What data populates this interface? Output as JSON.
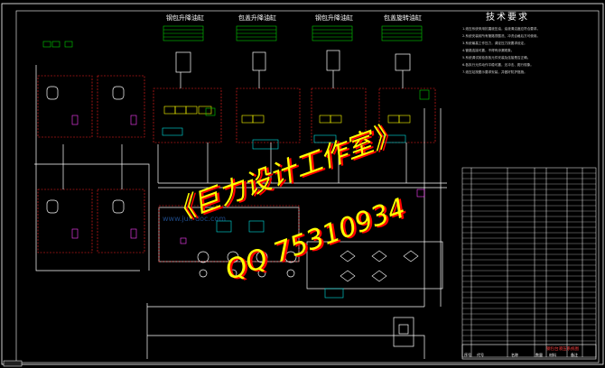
{
  "drawing": {
    "top_titles": [
      "钢包升降油缸",
      "包盖升降油缸",
      "钢包升降油缸",
      "包盖旋转油缸"
    ],
    "notes_title": "技术要求",
    "notes": [
      "1.液压系统采用抗磨液压油，油液清洁度应符合要求。",
      "2.系统安装前所有管路须酸洗、冲洗合格后方可使用。",
      "3.系统最高工作压力，调定压力按要求设定。",
      "4.管路连接可靠，不得有渗漏现象。",
      "5.系统调试前检查各元件安装及连接是否正确。",
      "6.各执行元件动作平稳可靠，无冲击、爬行现象。",
      "7.液压站按图示要求安装，并做好防护措施。"
    ],
    "watermark": {
      "line1": "《巨力设计工作室》",
      "line2": "QQ 75310934",
      "url": "www.juli-doc.com"
    },
    "title_block_name": "钢包台液压系统图",
    "title_block_fields": [
      "序号",
      "代号",
      "名称",
      "数量",
      "材料",
      "备注"
    ],
    "colors": {
      "background": "#000000",
      "line_white": "#ffffff",
      "line_red": "#ff2020",
      "line_green": "#00d000",
      "line_yellow": "#ffff00",
      "line_cyan": "#00e0e0",
      "line_magenta": "#ff40ff",
      "watermark": "#ffff00"
    }
  }
}
